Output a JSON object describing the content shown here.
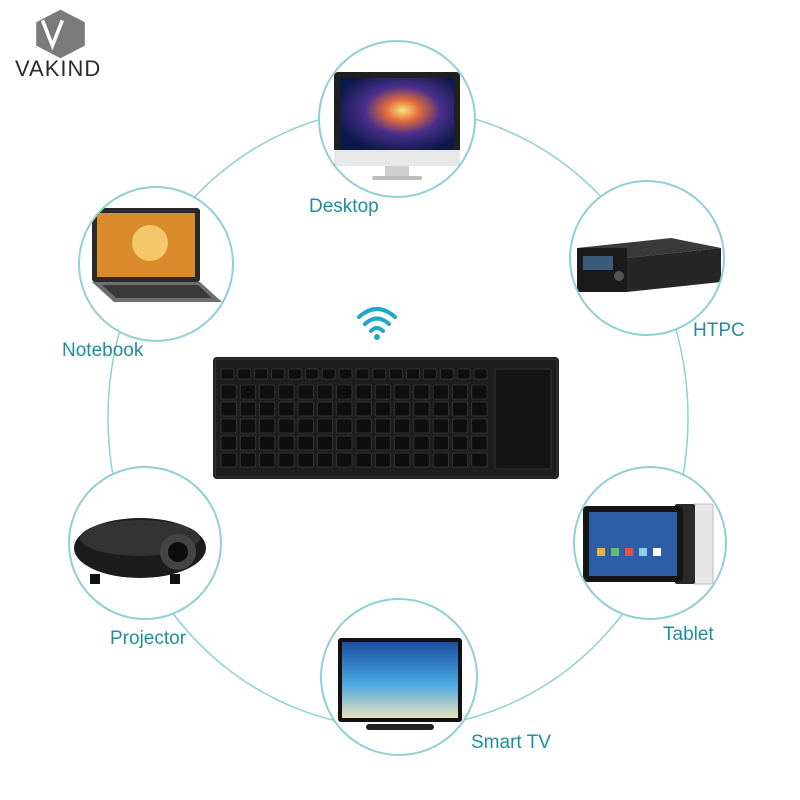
{
  "brand": {
    "name": "VAKIND"
  },
  "devices": {
    "desktop": "Desktop",
    "htpc": "HTPC",
    "notebook": "Notebook",
    "projector": "Projector",
    "tablet": "Tablet",
    "smart_tv": "Smart TV"
  },
  "colors": {
    "accent": "#1f8e9a",
    "ring": "#8fd0d2",
    "keyboard": "#1e1e1e"
  },
  "icons": [
    "wifi-icon",
    "desktop-icon",
    "htpc-icon",
    "notebook-icon",
    "projector-icon",
    "tablet-icon",
    "smart-tv-icon",
    "keyboard-icon"
  ]
}
